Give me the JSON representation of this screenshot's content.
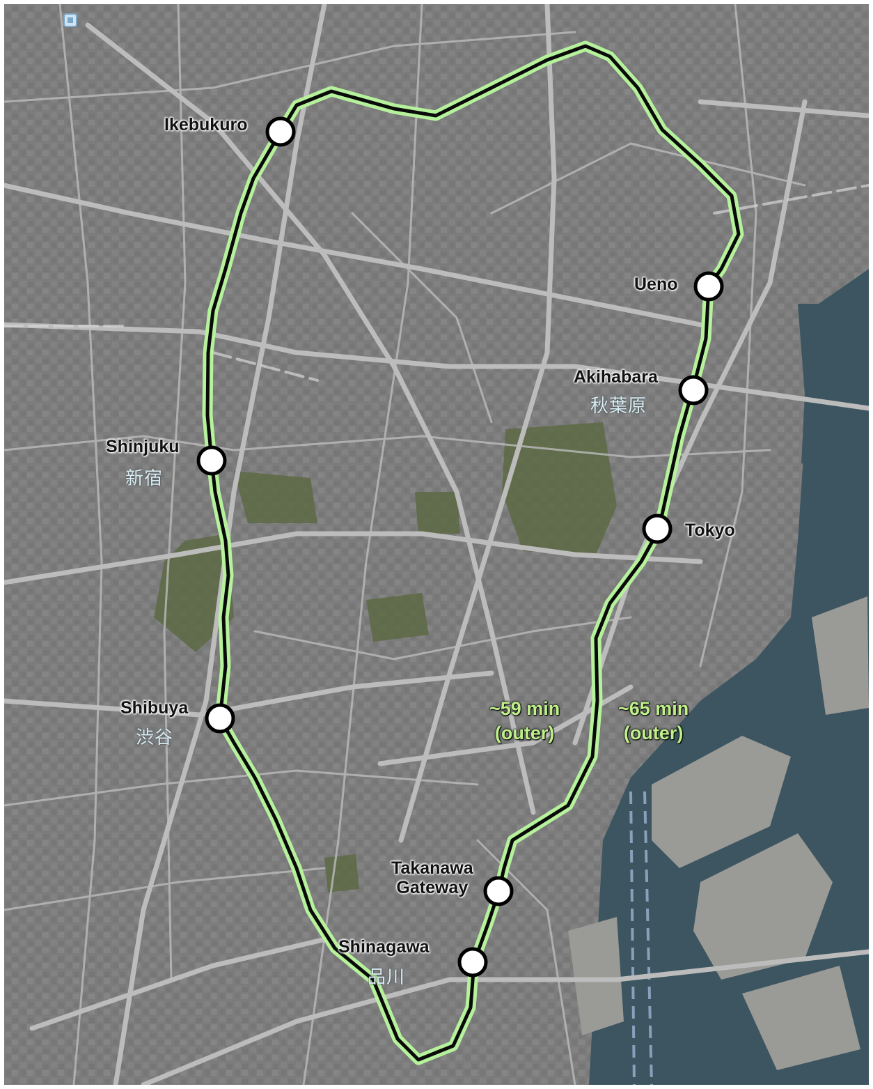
{
  "stations": [
    {
      "id": "ikebukuro",
      "name": "Ikebukuro",
      "jp": ""
    },
    {
      "id": "ueno",
      "name": "Ueno",
      "jp": ""
    },
    {
      "id": "akihabara",
      "name": "Akihabara",
      "jp": "秋葉原"
    },
    {
      "id": "shinjuku",
      "name": "Shinjuku",
      "jp": "新宿"
    },
    {
      "id": "tokyo",
      "name": "Tokyo",
      "jp": ""
    },
    {
      "id": "shibuya",
      "name": "Shibuya",
      "jp": "渋谷"
    },
    {
      "id": "takanawa",
      "name": "Takanawa",
      "name2": "Gateway",
      "jp": ""
    },
    {
      "id": "shinagawa",
      "name": "Shinagawa",
      "jp": "品川"
    }
  ],
  "annotations": {
    "time_a": "~59 min",
    "time_a_sub": "(outer)",
    "time_b": "~65 min",
    "time_b_sub": "(outer)"
  },
  "colors": {
    "route_halo": "#b6f29c",
    "route_line": "#0a0a0a",
    "station_fill": "#ffffff",
    "station_ring": "#000000",
    "water": "#3c5560",
    "urban": "#7e7e7e",
    "roads": "#b9b9b9",
    "park": "#5d6a44"
  },
  "icons": [
    "map-pin-icon"
  ]
}
